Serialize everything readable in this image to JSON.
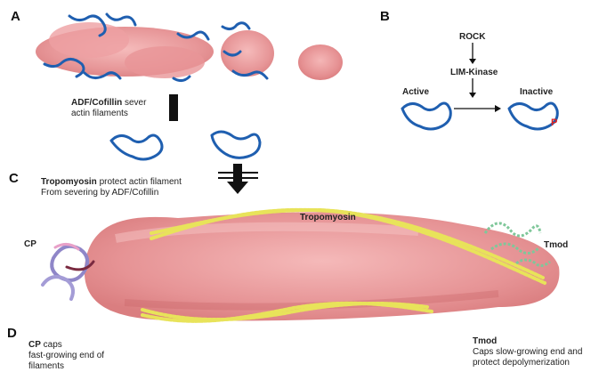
{
  "panels": {
    "a": {
      "letter": "A",
      "caption_bold": "ADF/Cofillin",
      "caption_rest1": " sever",
      "caption_line2": "actin filaments"
    },
    "b": {
      "letter": "B",
      "rock": "ROCK",
      "limk": "LIM-Kinase",
      "active": "Active",
      "inactive": "Inactive",
      "phospho": "P"
    },
    "c": {
      "letter": "C",
      "line1_bold": "Tropomyosin",
      "line1_rest": "  protect actin filament",
      "line2": "From severing by ADF/Cofillin"
    },
    "d": {
      "letter": "D",
      "tropomyosin_label": "Tropomyosin",
      "cp_label": "CP",
      "tmod_label": "Tmod",
      "cp_caption_bold": "CP",
      "cp_caption_rest": " caps",
      "cp_caption_line2": "fast-growing end of",
      "cp_caption_line3": "filaments",
      "tmod_caption_bold": "Tmod",
      "tmod_caption_line2": "Caps slow-growing  end and",
      "tmod_caption_line3": "protect depolymerization"
    }
  },
  "colors": {
    "actin": "#e8888a",
    "actin_dark": "#c96466",
    "cofilin": "#1f5fb0",
    "tropomyosin": "#e8e35a",
    "cp": "#8f86c8",
    "tmod": "#7fc79a",
    "phospho": "#dd2222"
  }
}
